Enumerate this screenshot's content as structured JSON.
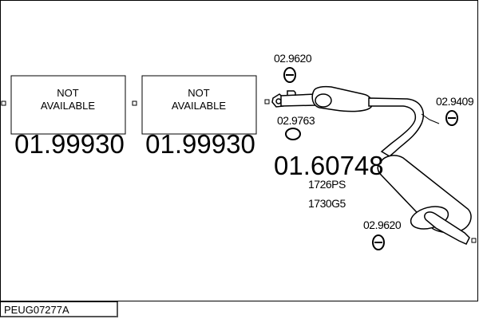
{
  "diagram": {
    "unavailable_parts": [
      {
        "label_line1": "NOT",
        "label_line2": "AVAILABLE",
        "part_number": "01.99930"
      },
      {
        "label_line1": "NOT",
        "label_line2": "AVAILABLE",
        "part_number": "01.99930"
      }
    ],
    "main_part": {
      "part_number": "01.60748",
      "ref1": "1726PS",
      "ref2": "1730G5"
    },
    "accessories": {
      "hanger_top": "02.9620",
      "gasket": "02.9763",
      "hanger_right": "02.9409",
      "hanger_bottom": "02.9620"
    }
  },
  "footer": {
    "reference": "PEUG07277A"
  }
}
